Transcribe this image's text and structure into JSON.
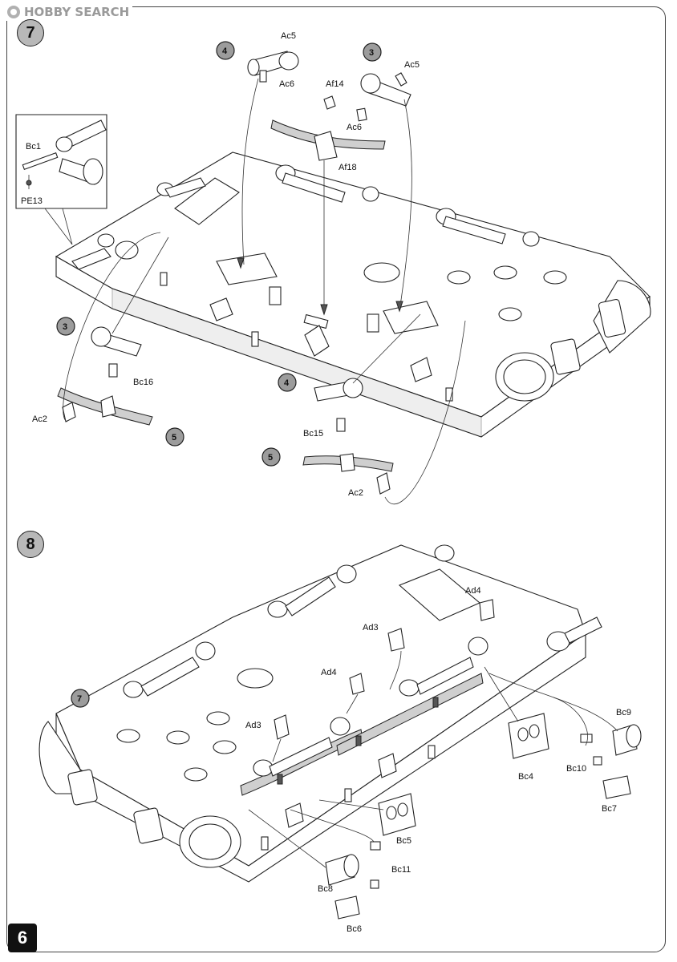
{
  "watermark": {
    "text": "HOBBY SEARCH"
  },
  "page_number": "6",
  "steps": [
    {
      "number": "7"
    },
    {
      "number": "8"
    }
  ],
  "step7": {
    "callouts": [
      "4",
      "3",
      "3",
      "4",
      "5",
      "5"
    ],
    "labels": {
      "Ac5_a": "Ac5",
      "Ac6_a": "Ac6",
      "Af14": "Af14",
      "Ac5_b": "Ac5",
      "Ac6_b": "Ac6",
      "Af18": "Af18",
      "Bc1": "Bc1",
      "PE13": "PE13",
      "Bc16": "Bc16",
      "Ac2_a": "Ac2",
      "Bc15": "Bc15",
      "Ac2_b": "Ac2"
    }
  },
  "step8": {
    "callout": "7",
    "labels": {
      "Ad4_a": "Ad4",
      "Ad3_a": "Ad3",
      "Ad4_b": "Ad4",
      "Ad3_b": "Ad3",
      "Bc9": "Bc9",
      "Bc10": "Bc10",
      "Bc7": "Bc7",
      "Bc4": "Bc4",
      "Bc5": "Bc5",
      "Bc11": "Bc11",
      "Bc8": "Bc8",
      "Bc6": "Bc6"
    }
  }
}
